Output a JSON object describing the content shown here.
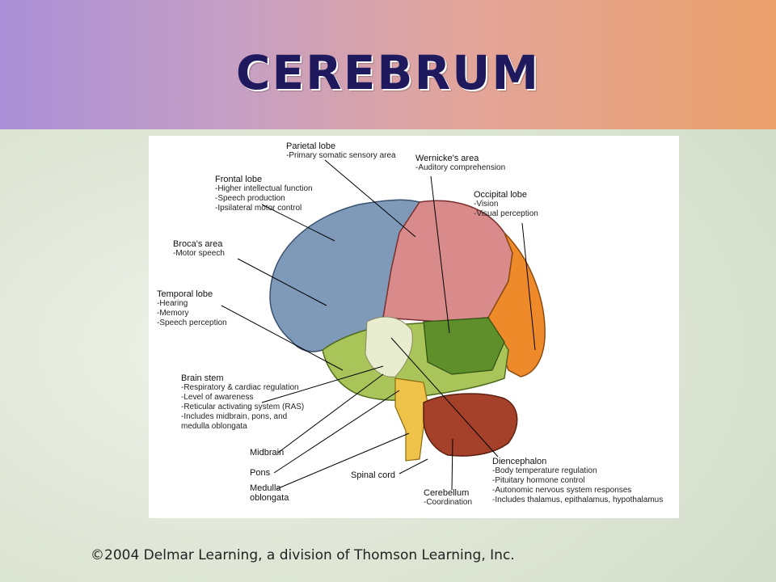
{
  "slide": {
    "title": "CEREBRUM",
    "footer": "©2004 Delmar Learning, a division of Thomson Learning, Inc."
  },
  "diagram": {
    "parietal": {
      "name": "Parietal lobe",
      "lines": [
        "-Primary somatic sensory area"
      ]
    },
    "wernicke": {
      "name": "Wernicke's area",
      "lines": [
        "-Auditory comprehension"
      ]
    },
    "frontal": {
      "name": "Frontal lobe",
      "lines": [
        "-Higher intellectual function",
        "-Speech production",
        "-Ipsilateral motor control"
      ]
    },
    "occipital": {
      "name": "Occipital lobe",
      "lines": [
        "-Vision",
        "-Visual perception"
      ]
    },
    "broca": {
      "name": "Broca's area",
      "lines": [
        "-Motor speech"
      ]
    },
    "temporal": {
      "name": "Temporal lobe",
      "lines": [
        "-Hearing",
        "-Memory",
        "-Speech perception"
      ]
    },
    "brainstem": {
      "name": "Brain stem",
      "lines": [
        "-Respiratory & cardiac regulation",
        "-Level of awareness",
        "-Reticular activating system (RAS)",
        "-Includes midbrain, pons, and",
        "medulla oblongata"
      ]
    },
    "midbrain": {
      "name": "Midbrain"
    },
    "pons": {
      "name": "Pons"
    },
    "medulla": {
      "name": "Medulla",
      "line2": "oblongata"
    },
    "spinal": {
      "name": "Spinal cord"
    },
    "cerebellum": {
      "name": "Cerebellum",
      "lines": [
        "-Coordination"
      ]
    },
    "diencephalon": {
      "name": "Diencephalon",
      "lines": [
        "-Body temperature regulation",
        "-Pituitary hormone control",
        "-Autonomic nervous system responses",
        "-Includes thalamus, epithalamus, hypothalamus"
      ]
    }
  },
  "colors": {
    "frontal": "#7f99b8",
    "parietal": "#d98a8a",
    "occipital": "#ee8a2a",
    "temporal": "#a9c55a",
    "wernicke": "#5f8f2a",
    "cerebellum": "#a5412a",
    "brainstem": "#efc24a",
    "header_text": "#1f1a5e"
  }
}
